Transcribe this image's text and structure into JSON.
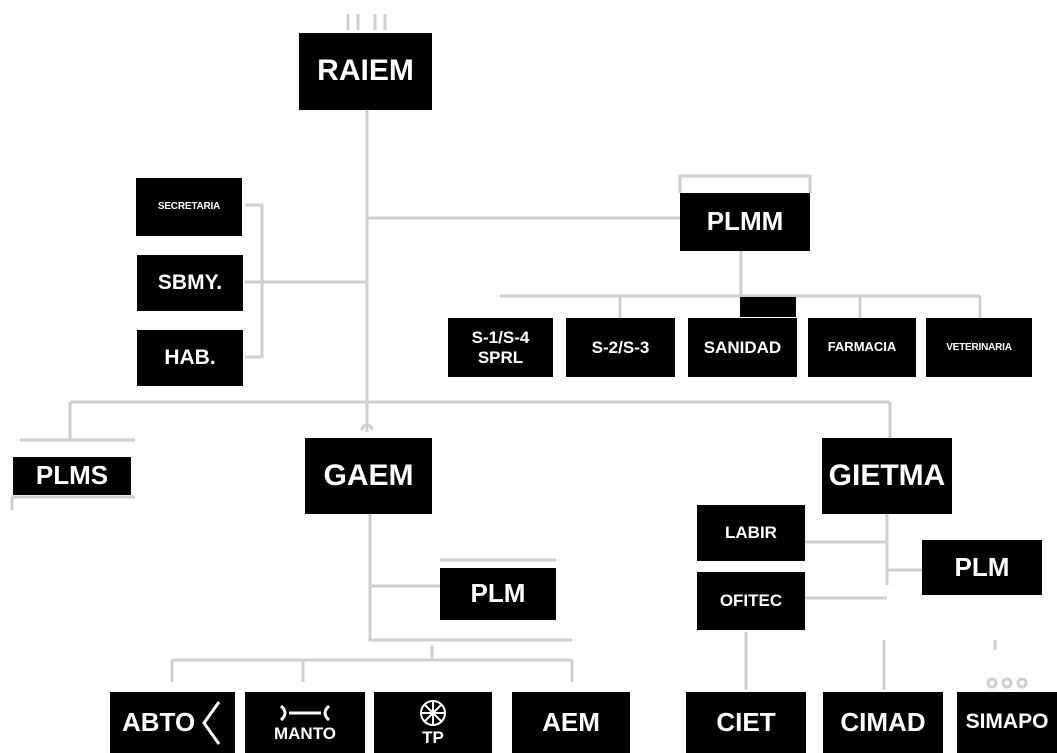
{
  "nodes": {
    "raiem": "RAIEM",
    "secretaria": "SECRETARIA",
    "sbmy": "SBMY.",
    "hab": "HAB.",
    "plmm": "PLMM",
    "s1s4_line1": "S-1/S-4",
    "s1s4_line2": "SPRL",
    "s2s3": "S-2/S-3",
    "sanidad": "SANIDAD",
    "farmacia": "FARMACIA",
    "veterinaria": "VETERINARIA",
    "plms": "PLMS",
    "gaem": "GAEM",
    "plm_gaem": "PLM",
    "gietma": "GIETMA",
    "labir": "LABIR",
    "ofitec": "OFITEC",
    "plm_gietma": "PLM",
    "abto": "ABTO",
    "manto": "MANTO",
    "tp": "TP",
    "aem": "AEM",
    "ciet": "CIET",
    "cimad": "CIMAD",
    "simapo": "SIMAPO"
  },
  "colors": {
    "box_fill": "#000000",
    "box_text": "#ffffff",
    "connector": "#cfcfcf",
    "background": "#ffffff"
  },
  "icons": [
    "chevron-left-icon",
    "wrench-icon",
    "wheel-icon"
  ]
}
